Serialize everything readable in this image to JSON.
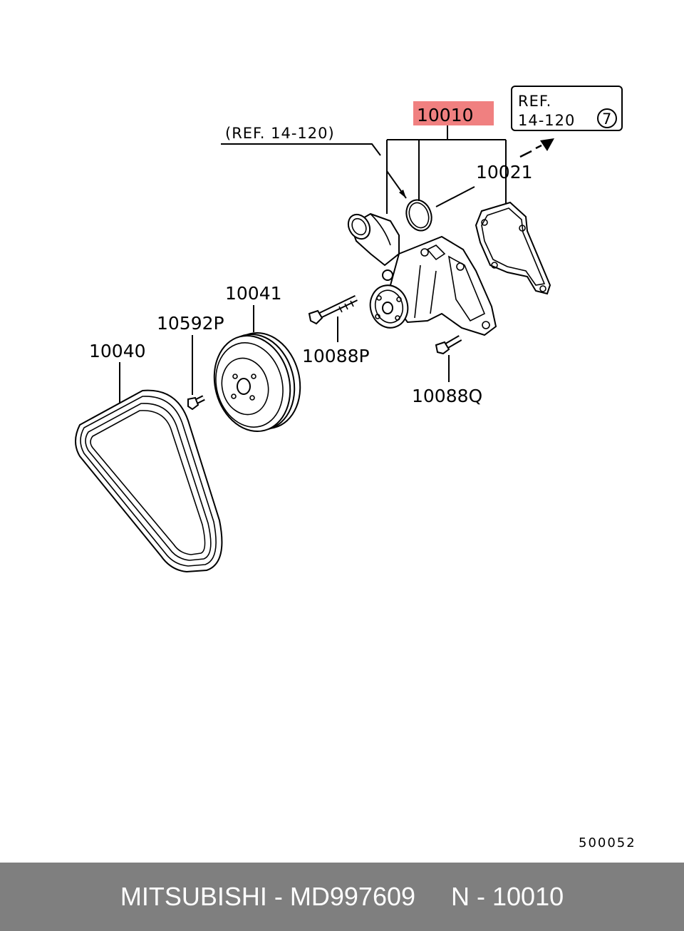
{
  "diagram": {
    "highlight_color": "#f08080",
    "labels": {
      "assembly": "10010",
      "gasket": "10021",
      "pulley": "10041",
      "belt": "10040",
      "pulley_bolt": "10592P",
      "long_bolt": "10088P",
      "short_bolt": "10088Q"
    },
    "ref_left": "(REF. 14-120)",
    "ref_box_line1": "REF.",
    "ref_box_line2": "14-120",
    "ref_box_circle": "7",
    "diagram_code": "500052"
  },
  "footer": {
    "brand": "MITSUBISHI",
    "part_number": "MD997609",
    "ref_number": "N - 10010",
    "separator": " - "
  }
}
